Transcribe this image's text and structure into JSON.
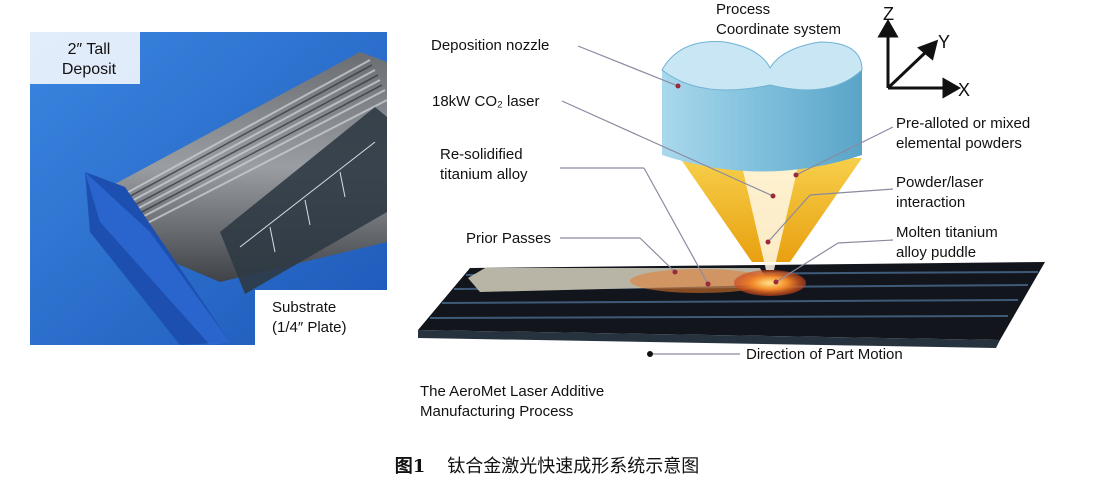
{
  "photo": {
    "deposit_label": [
      "2″ Tall",
      "Deposit"
    ],
    "substrate_label": [
      "Substrate",
      "(1/4″ Plate)"
    ]
  },
  "diagram": {
    "coord_title": [
      "Process",
      "Coordinate system"
    ],
    "axes": {
      "z": "Z",
      "y": "Y",
      "x": "X"
    },
    "labels": {
      "deposition_nozzle": "Deposition nozzle",
      "laser": "18kW CO₂ laser",
      "resolidified": [
        "Re-solidified",
        "titanium alloy"
      ],
      "prior_passes": "Prior Passes",
      "powders": [
        "Pre-alloted or mixed",
        "elemental powders"
      ],
      "interaction": [
        "Powder/laser",
        "interaction"
      ],
      "puddle": [
        "Molten titanium",
        "alloy puddle"
      ],
      "motion": "Direction of Part Motion"
    },
    "process_title": [
      "The AeroMet Laser Additive",
      "Manufacturing Process"
    ]
  },
  "caption": {
    "number": "图1",
    "text": "钛合金激光快速成形系统示意图"
  },
  "colors": {
    "photo_bg": "#2a6fd0",
    "nozzle": "#8cc9e2",
    "cone": "#f2b21c",
    "plate": "#12161c",
    "puddle": "#e86a1a"
  }
}
